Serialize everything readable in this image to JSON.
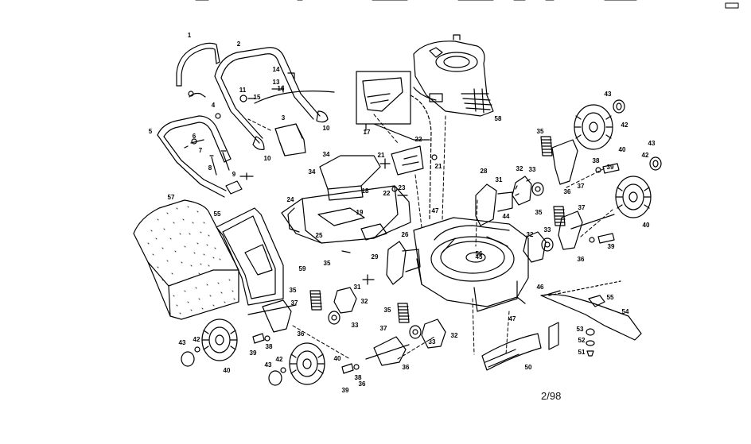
{
  "diagram": {
    "ink_color": "#000000",
    "paper_color": "#ffffff",
    "revision_note": "2/98",
    "callouts": [
      "1",
      "2",
      "3",
      "4",
      "5",
      "6",
      "7",
      "8",
      "9",
      "10",
      "10",
      "11",
      "13",
      "14",
      "15",
      "16",
      "17",
      "18",
      "19",
      "21",
      "21",
      "22",
      "22",
      "23",
      "24",
      "25",
      "26",
      "28",
      "29",
      "31",
      "31",
      "32",
      "32",
      "32",
      "32",
      "33",
      "33",
      "33",
      "33",
      "34",
      "34",
      "35",
      "35",
      "35",
      "35",
      "35",
      "36",
      "36",
      "36",
      "36",
      "36",
      "37",
      "37",
      "37",
      "37",
      "38",
      "38",
      "38",
      "39",
      "39",
      "39",
      "39",
      "40",
      "40",
      "40",
      "40",
      "42",
      "42",
      "42",
      "42",
      "43",
      "43",
      "43",
      "43",
      "44",
      "45",
      "46",
      "47",
      "47",
      "50",
      "51",
      "52",
      "53",
      "54",
      "55",
      "55",
      "56",
      "57",
      "58",
      "59"
    ]
  }
}
